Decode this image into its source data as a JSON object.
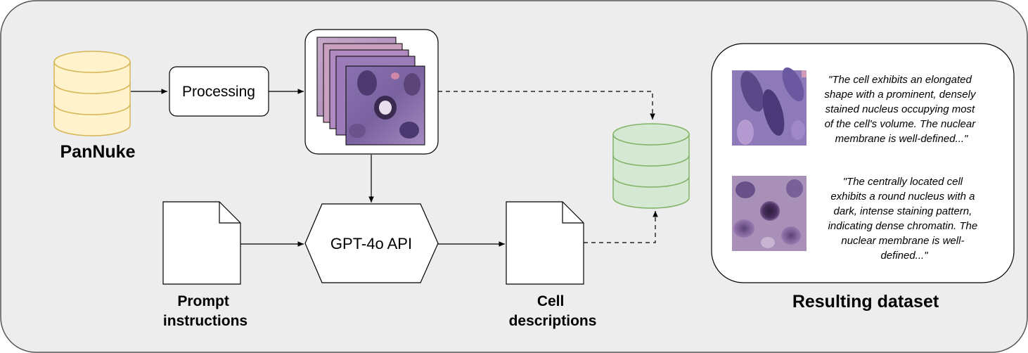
{
  "pannuke_label": "PanNuke",
  "processing_label": "Processing",
  "gpt_label": "GPT-4o API",
  "prompt_label_line1": "Prompt",
  "prompt_label_line2": "instructions",
  "cell_desc_line1": "Cell",
  "cell_desc_line2": "descriptions",
  "resulting_label": "Resulting dataset",
  "example1": [
    "\"The cell exhibits an elongated",
    "shape with a prominent, densely",
    "stained nucleus occupying most",
    "of the cell's volume. The nuclear",
    "membrane is well-defined...\""
  ],
  "example2": [
    "\"The centrally located cell",
    "exhibits a round nucleus with a",
    "dark, intense staining pattern,",
    "indicating dense chromatin. The",
    "nuclear membrane is well-",
    "defined...\""
  ],
  "colors": {
    "pannuke_db_fill": "#fff2cc",
    "pannuke_db_stroke": "#d6b656",
    "result_db_fill": "#d5e8d4",
    "result_db_stroke": "#82b366",
    "tissue_purple": "#8a6aa0",
    "tissue_pink": "#c9a0c0"
  },
  "icons": [
    "database-icon",
    "stacked-images-icon",
    "document-icon",
    "database-icon"
  ]
}
